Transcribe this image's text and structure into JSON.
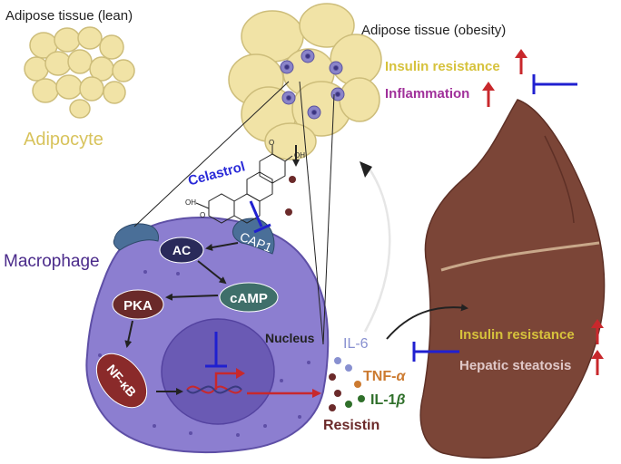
{
  "labels": {
    "lean_title": "Adipose tissue (lean)",
    "obesity_title": "Adipose tissue (obesity)",
    "adipocyte": "Adipocyte",
    "insulin_resistance_top": "Insulin resistance",
    "inflammation": "Inflammation",
    "celastrol": "Celastrol",
    "macrophage": "Macrophage",
    "ac": "AC",
    "camp": "cAMP",
    "pka": "PKA",
    "nfkb": "NF-κB",
    "cap1": "CAP1",
    "nucleus": "Nucleus",
    "il6": "IL-6",
    "tnf_prefix": "TNF-",
    "tnf_alpha": "α",
    "il1_prefix": "IL-1",
    "il1_beta": "β",
    "resistin": "Resistin",
    "insulin_resistance_liver": "Insulin resistance",
    "hepatic_steatosis": "Hepatic steatosis",
    "oh_top": "OH",
    "o_top": "O",
    "oh_acid": "OH",
    "o_acid": "O"
  },
  "colors": {
    "adipocyte_fill": "#f1e3a6",
    "adipocyte_stroke": "#cdbd7a",
    "adipocyte_text": "#d8c35c",
    "celastrol_text": "#2a2ad8",
    "macrophage_body": "#8c7ed0",
    "macrophage_text": "#4a2a8a",
    "liver": "#7b4537",
    "insulin_text": "#d6c23c",
    "inflammation_text": "#a0309a",
    "red_arrow": "#c8282c",
    "blue_inhibit": "#2020d0",
    "il6": "#8890d0",
    "tnf": "#cc7a30",
    "il1": "#2f6f2a",
    "resistin": "#6b2a2a",
    "steatosis_text": "#e0c8c8"
  },
  "icons": [
    "up-arrow-icon",
    "inhibition-bar-icon",
    "dna-icon",
    "gene-promoter-arrow-icon",
    "receptor-icon"
  ]
}
